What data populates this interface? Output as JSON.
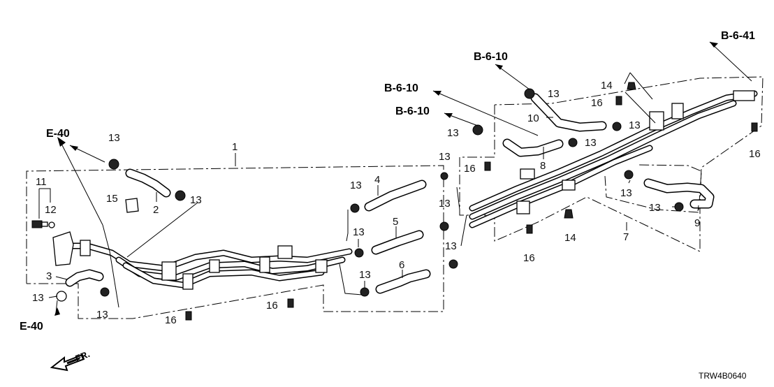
{
  "diagram_code": "TRW4B0640",
  "direction_label": "FR.",
  "refs": {
    "e40_top": "E-40",
    "e40_bottom": "E-40",
    "b610_a": "B-6-10",
    "b610_b": "B-6-10",
    "b610_c": "B-6-10",
    "b641": "B-6-41"
  },
  "callouts": [
    {
      "id": "c1",
      "text": "1"
    },
    {
      "id": "c2",
      "text": "2"
    },
    {
      "id": "c3",
      "text": "3"
    },
    {
      "id": "c4",
      "text": "4"
    },
    {
      "id": "c5",
      "text": "5"
    },
    {
      "id": "c6",
      "text": "6"
    },
    {
      "id": "c7",
      "text": "7"
    },
    {
      "id": "c8",
      "text": "8"
    },
    {
      "id": "c9",
      "text": "9"
    },
    {
      "id": "c10",
      "text": "10"
    },
    {
      "id": "c11",
      "text": "11"
    },
    {
      "id": "c12",
      "text": "12"
    },
    {
      "id": "c14a",
      "text": "14"
    },
    {
      "id": "c14b",
      "text": "14"
    },
    {
      "id": "c15",
      "text": "15"
    },
    {
      "id": "c16a",
      "text": "16"
    },
    {
      "id": "c16b",
      "text": "16"
    },
    {
      "id": "c16c",
      "text": "16"
    },
    {
      "id": "c16d",
      "text": "16"
    },
    {
      "id": "c16e",
      "text": "16"
    },
    {
      "id": "c16f",
      "text": "16"
    },
    {
      "id": "c13a",
      "text": "13"
    },
    {
      "id": "c13b",
      "text": "13"
    },
    {
      "id": "c13c",
      "text": "13"
    },
    {
      "id": "c13d",
      "text": "13"
    },
    {
      "id": "c13e",
      "text": "13"
    },
    {
      "id": "c13f",
      "text": "13"
    },
    {
      "id": "c13g",
      "text": "13"
    },
    {
      "id": "c13h",
      "text": "13"
    },
    {
      "id": "c13i",
      "text": "13"
    },
    {
      "id": "c13j",
      "text": "13"
    },
    {
      "id": "c13k",
      "text": "13"
    },
    {
      "id": "c13l",
      "text": "13"
    },
    {
      "id": "c13m",
      "text": "13"
    },
    {
      "id": "c13n",
      "text": "13"
    },
    {
      "id": "c13o",
      "text": "13"
    },
    {
      "id": "c13p",
      "text": "13"
    },
    {
      "id": "c13q",
      "text": "13"
    },
    {
      "id": "c13r",
      "text": "13"
    }
  ]
}
